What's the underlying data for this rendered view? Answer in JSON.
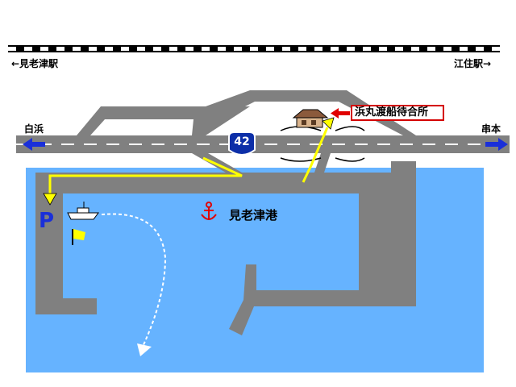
{
  "labels": {
    "left_station": "←見老津駅",
    "right_station": "江住駅→",
    "left_place": "白浜",
    "right_place": "串本",
    "ferry_office": "浜丸渡船待合所",
    "harbor": "見老津港",
    "route_number": "42",
    "parking": "P"
  },
  "colors": {
    "sea": "#66b3ff",
    "road": "#808080",
    "route_arrow": "#ffff00",
    "ferry_box_border": "#d40000",
    "direction_arrow": "#1a2fd9",
    "route_shield": "#0d2fa8",
    "anchor": "#e00000"
  },
  "icons": {
    "house": "house-icon",
    "boat": "boat-icon",
    "flag": "flag-icon",
    "anchor": "anchor-icon",
    "railway": "railway-track"
  }
}
